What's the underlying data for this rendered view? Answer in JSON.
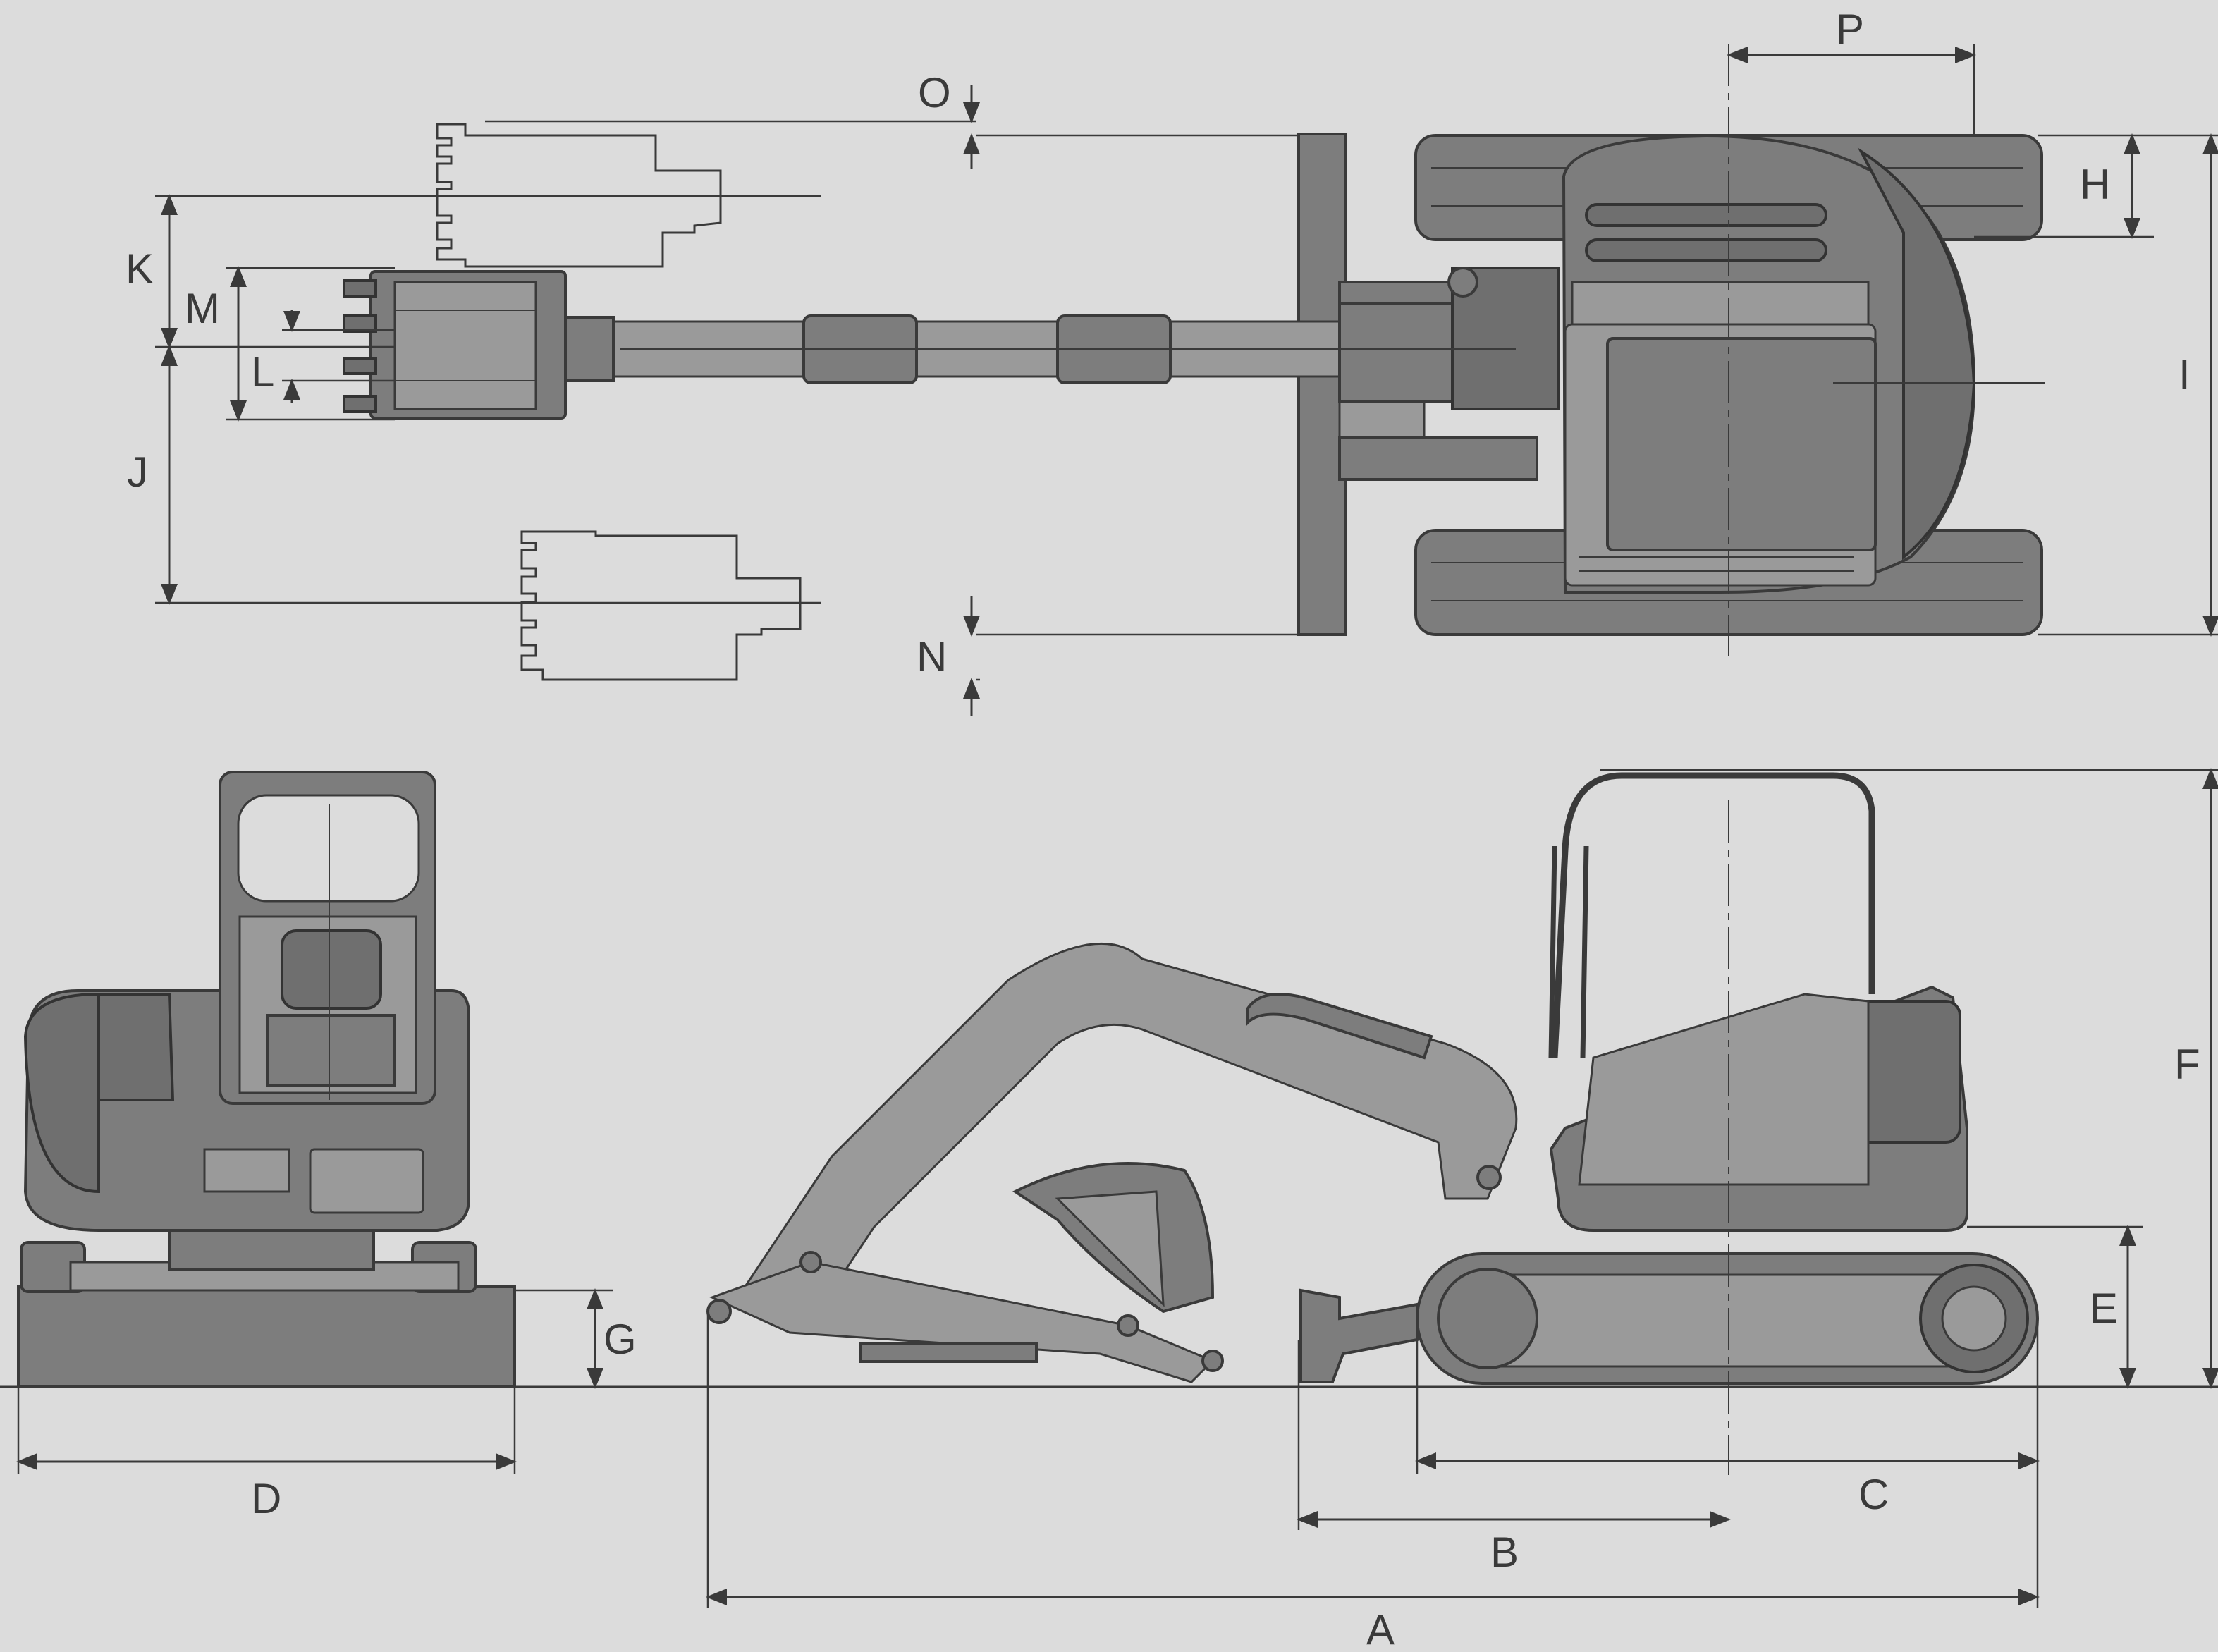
{
  "labels": {
    "A": "A",
    "B": "B",
    "C": "C",
    "D": "D",
    "E": "E",
    "F": "F",
    "G": "G",
    "H": "H",
    "I": "I",
    "J": "J",
    "K": "K",
    "L": "L",
    "M": "M",
    "N": "N",
    "O": "O",
    "P": "P"
  },
  "colors": {
    "background": "#dcdcdc",
    "machine_body": "#7d7d7d",
    "machine_dark": "#6f6f6f",
    "line": "#3a3a3a"
  }
}
